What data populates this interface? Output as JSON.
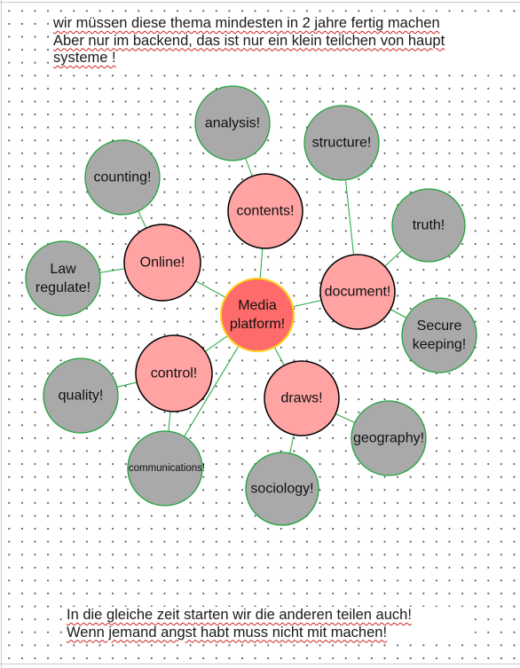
{
  "intro_text": {
    "line1": "wir müssen diese thema mindesten in 2 jahre fertig machen",
    "line2": "Aber nur im backend, das ist nur ein klein teilchen von haupt",
    "line3": "systeme !"
  },
  "outro_text": {
    "line1": "In die gleiche zeit starten wir die anderen teilen auch!",
    "line2": "Wenn jemand angst habt muss nicht mit machen!"
  },
  "colors": {
    "center_fill": "#ff6b6b",
    "center_stroke": "#ffd21a",
    "primary_fill": "#ffa3a3",
    "primary_stroke": "#000000",
    "leaf_fill": "#a9a9a9",
    "leaf_stroke": "#1ea53a",
    "edge": "#1ea53a"
  },
  "diagram": {
    "center": {
      "id": "media",
      "lines": [
        "Media",
        "platform!"
      ]
    },
    "primary": [
      {
        "id": "online",
        "lines": [
          "Online!"
        ]
      },
      {
        "id": "contents",
        "lines": [
          "contents!"
        ]
      },
      {
        "id": "document",
        "lines": [
          "document!"
        ]
      },
      {
        "id": "control",
        "lines": [
          "control!"
        ]
      },
      {
        "id": "draws",
        "lines": [
          "draws!"
        ]
      }
    ],
    "leaves": [
      {
        "id": "analysis",
        "lines": [
          "analysis!"
        ],
        "parent": "contents"
      },
      {
        "id": "structure",
        "lines": [
          "structure!"
        ],
        "parent": "document"
      },
      {
        "id": "counting",
        "lines": [
          "counting!"
        ],
        "parent": "online"
      },
      {
        "id": "truth",
        "lines": [
          "truth!"
        ],
        "parent": "document"
      },
      {
        "id": "law",
        "lines": [
          "Law",
          "regulate!"
        ],
        "parent": "online"
      },
      {
        "id": "secure",
        "lines": [
          "Secure",
          "keeping!"
        ],
        "parent": "document"
      },
      {
        "id": "quality",
        "lines": [
          "quality!"
        ],
        "parent": "control"
      },
      {
        "id": "geography",
        "lines": [
          "geography!"
        ],
        "parent": "draws"
      },
      {
        "id": "communications",
        "lines": [
          "communications!"
        ],
        "parent": "control"
      },
      {
        "id": "sociology",
        "lines": [
          "sociology!"
        ],
        "parent": "draws"
      }
    ],
    "edges": [
      [
        "media",
        "online"
      ],
      [
        "media",
        "contents"
      ],
      [
        "media",
        "document"
      ],
      [
        "media",
        "control"
      ],
      [
        "media",
        "draws"
      ],
      [
        "media",
        "communications"
      ],
      [
        "contents",
        "analysis"
      ],
      [
        "document",
        "structure"
      ],
      [
        "online",
        "counting"
      ],
      [
        "online",
        "law"
      ],
      [
        "document",
        "truth"
      ],
      [
        "document",
        "secure"
      ],
      [
        "control",
        "quality"
      ],
      [
        "control",
        "communications"
      ],
      [
        "draws",
        "geography"
      ],
      [
        "draws",
        "sociology"
      ]
    ]
  }
}
